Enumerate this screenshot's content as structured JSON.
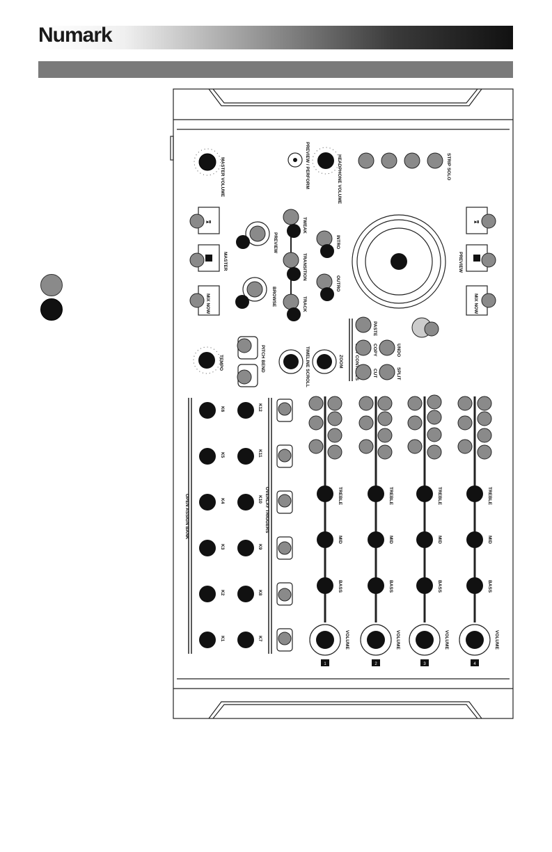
{
  "brand": "Numark",
  "top_controls": {
    "master_volume": "MASTER VOLUME",
    "preview_perform": "PREVIEW / PERFORM",
    "headphone_volume": "HEADPHONE VOLUME",
    "strip_solo": "STRIP SOLO"
  },
  "left_transport": {
    "master": "MASTER",
    "mix_now": "MIX NOW"
  },
  "right_transport": {
    "preview": "PREVIEW",
    "mix_now": "MIX NOW"
  },
  "knobs": {
    "preview": "PREVIEW",
    "browse": "BROWSE",
    "tempo": "TEMPO",
    "pitch_bend": "PITCH BEND",
    "timeline_scroll": "TIMELINE SCROLL",
    "zoom": "ZOOM"
  },
  "track_buttons": {
    "tweak": "TWEAK",
    "transition": "TRANSITION",
    "track": "TRACK",
    "intro": "INTRO",
    "outro": "OUTRO"
  },
  "edit_controls": {
    "title": "EDIT CONTROLS",
    "paste": "PASTE",
    "copy": "COPY",
    "undo": "UNDO",
    "cut": "CUT",
    "split": "SPLIT"
  },
  "bank": {
    "open_assign_bank": "OPEN ASSIGN BANK",
    "overlay_triggers": "OVERLAY TRIGGERS",
    "col1": [
      "K6",
      "K5",
      "K4",
      "K3",
      "K2",
      "K1"
    ],
    "col2": [
      "K12",
      "K11",
      "K10",
      "K9",
      "K8",
      "K7"
    ]
  },
  "strips": {
    "eq": [
      "TREBLE",
      "MID",
      "BASS"
    ],
    "volume": "VOLUME",
    "numbers": [
      "1",
      "2",
      "3",
      "4"
    ]
  }
}
